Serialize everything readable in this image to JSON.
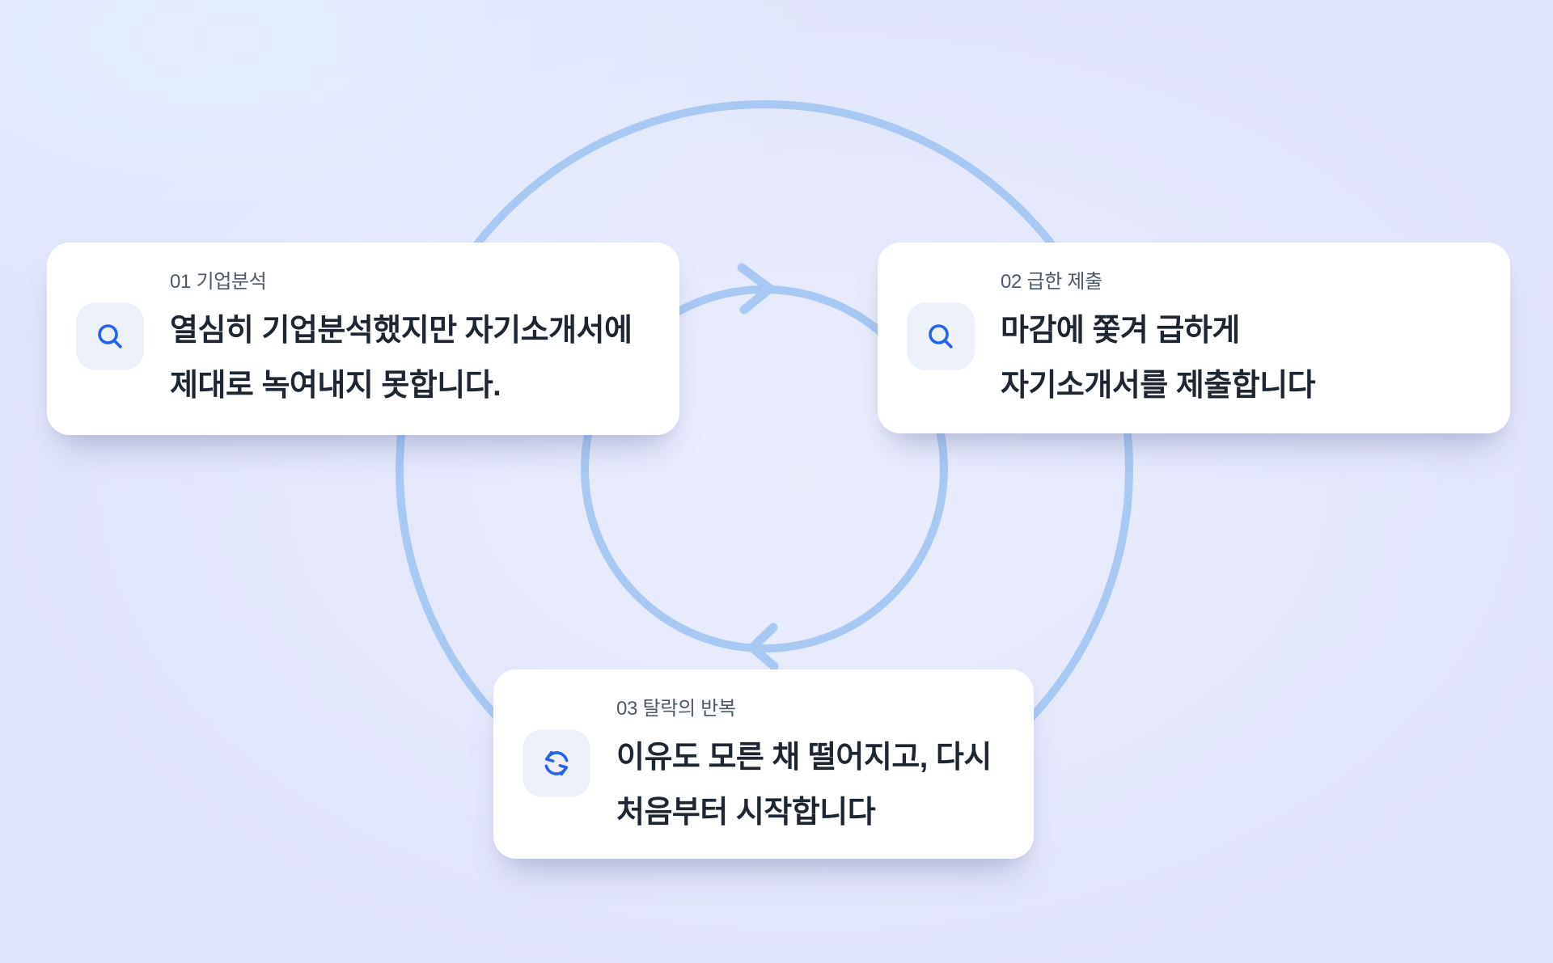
{
  "section": {
    "description_label": "job-application failure cycle diagram",
    "cycle": {
      "direction": "clockwise",
      "top_arrow": "right",
      "bottom_arrow": "left"
    }
  },
  "steps": [
    {
      "number_label": "01 기업분석",
      "icon": "search-icon",
      "text_line1": "열심히 기업분석했지만 자기소개서에",
      "text_line2": "제대로 녹여내지 못합니다."
    },
    {
      "number_label": "02 급한 제출",
      "icon": "search-icon",
      "text_line1": "마감에 쫓겨 급하게",
      "text_line2": "자기소개서를 제출합니다"
    },
    {
      "number_label": "03 탈락의 반복",
      "icon": "refresh-icon",
      "text_line1": "이유도 모른 채 떨어지고, 다시",
      "text_line2": "처음부터 시작합니다"
    }
  ],
  "colors": {
    "background": "#e0e4f9",
    "card_bg": "#ffffff",
    "label_text": "#4e5867",
    "body_text": "#1e2632",
    "icon_accent": "#2563eb",
    "icon_bg": "#edf1f9",
    "cycle_stroke": "#a9c8f3"
  }
}
